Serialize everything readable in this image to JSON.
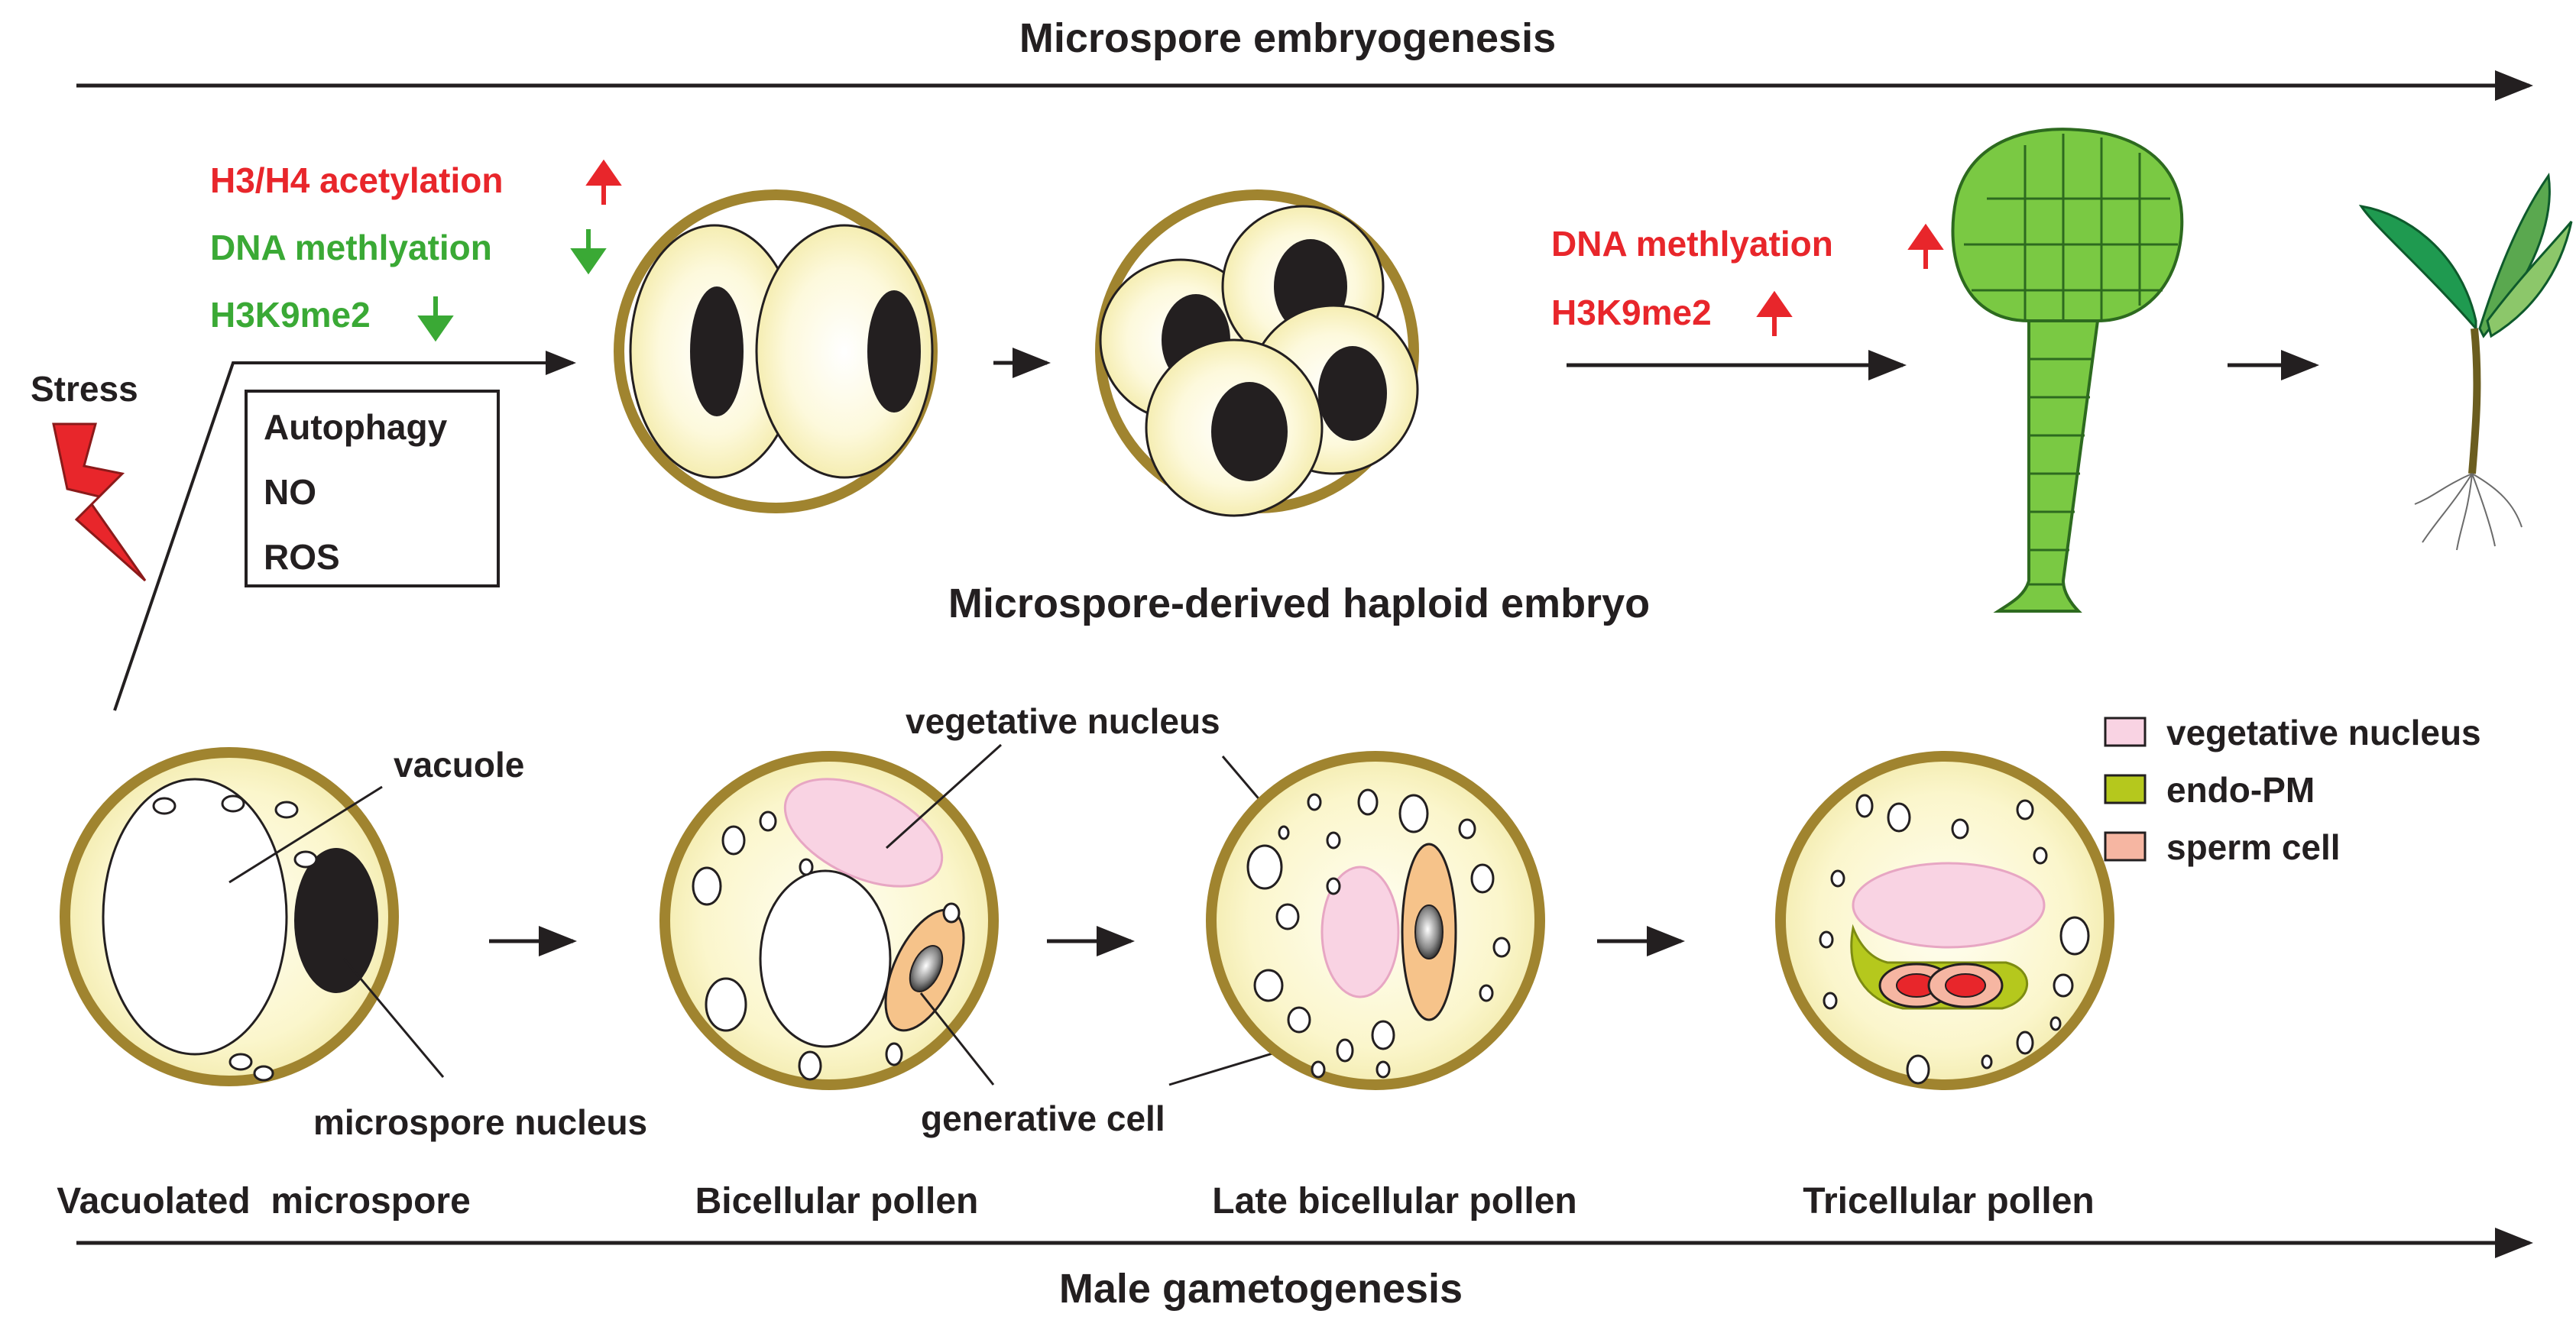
{
  "top_title": "Microspore embryogenesis",
  "bottom_title": "Male gametogenesis",
  "stress_label": "Stress",
  "epigenetics_left": [
    {
      "text": "H3/H4 acetylation",
      "color": "#e8262b",
      "direction": "up"
    },
    {
      "text": "DNA methlyation",
      "color": "#3aa935",
      "direction": "down"
    },
    {
      "text": "H3K9me2",
      "color": "#3aa935",
      "direction": "down"
    }
  ],
  "box_items": [
    "Autophagy",
    "NO",
    "ROS"
  ],
  "epigenetics_right": [
    {
      "text": "DNA methlyation",
      "color": "#e8262b",
      "direction": "up"
    },
    {
      "text": "H3K9me2",
      "color": "#e8262b",
      "direction": "up"
    }
  ],
  "embryo_caption": "Microspore-derived haploid embryo",
  "labels": {
    "vacuole": "vacuole",
    "microspore_nucleus": "microspore nucleus",
    "vegetative_nucleus": "vegetative nucleus",
    "generative_cell": "generative cell"
  },
  "stages": [
    "Vacuolated  microspore",
    "Bicellular pollen",
    "Late bicellular pollen",
    "Tricellular pollen"
  ],
  "legend": [
    {
      "label": "vegetative nucleus",
      "color": "#f9d3e3"
    },
    {
      "label": "endo-PM",
      "color": "#b5c81d"
    },
    {
      "label": "sperm cell",
      "color": "#f6b6a2"
    }
  ],
  "colors": {
    "wall": "#a0842f",
    "cytoplasm": "#fbf6cc",
    "embryo_green": "#7ac943",
    "dark_nucleus": "#231f20",
    "arrow": "#231f20",
    "red": "#e8262b",
    "green": "#3aa935"
  }
}
